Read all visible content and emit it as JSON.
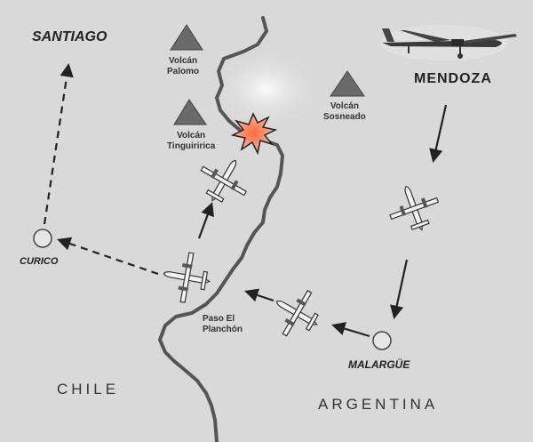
{
  "cities": {
    "santiago": "SANTIAGO",
    "mendoza": "MENDOZA",
    "curico": "CURICO",
    "malargue": "MALARGÜE"
  },
  "landmarks": {
    "palomo": "Volcán\nPalomo",
    "sosneado": "Volcán\nSosneado",
    "tinguiririca": "Volcán\nTinguiririca",
    "paso": "Paso El\nPlanchón"
  },
  "countries": {
    "chile": "CHILE",
    "argentina": "ARGENTINA"
  },
  "icons": [
    "volcano-icon",
    "airplane-icon",
    "crash-site-icon",
    "town-marker-icon"
  ]
}
